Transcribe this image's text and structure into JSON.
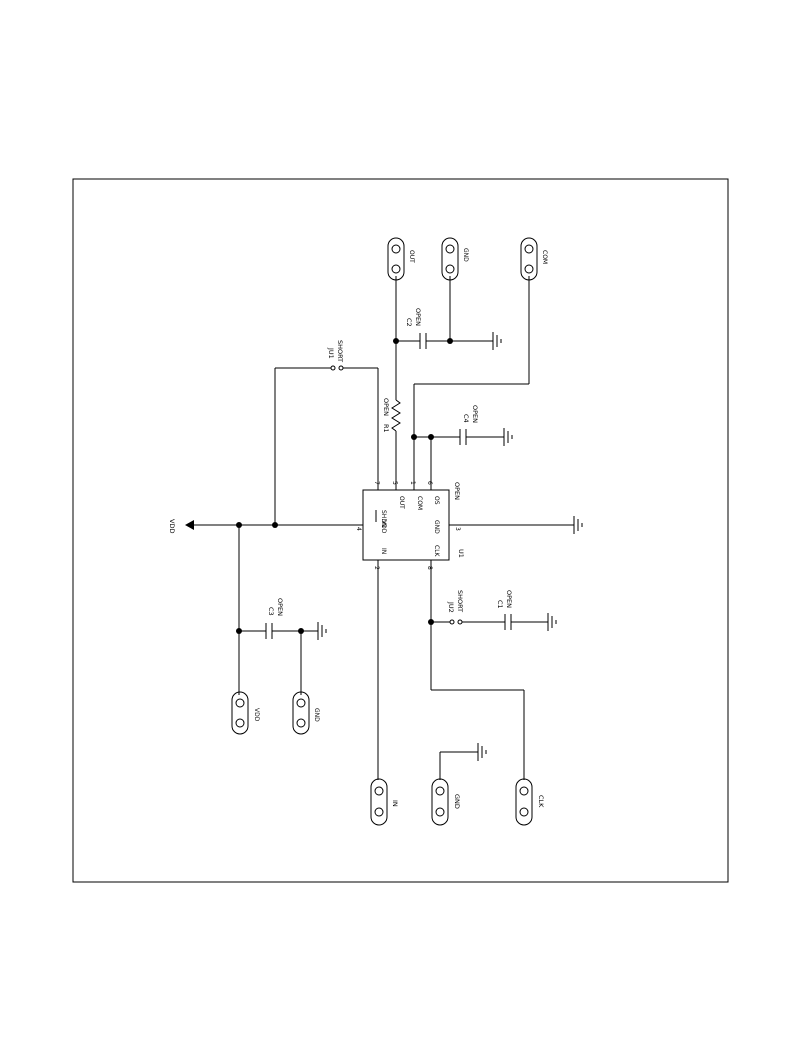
{
  "frame": "schematic-sheet",
  "u1": {
    "ref": "U1",
    "pins": {
      "shdn": "SHDN",
      "out": "OUT",
      "com": "COM",
      "os": "OS",
      "vdd": "VDD",
      "gnd": "GND",
      "in": "IN",
      "clk": "CLK"
    },
    "pin_numbers": {
      "p7": "7",
      "p5": "5",
      "p1": "1",
      "p6": "6",
      "p4": "4",
      "p3": "3",
      "p2": "2",
      "p8": "8"
    },
    "note": "OPEN"
  },
  "components": {
    "r1": {
      "ref": "R1",
      "value": "OPEN"
    },
    "c1": {
      "ref": "C1",
      "value": "OPEN"
    },
    "c2": {
      "ref": "C2",
      "value": "OPEN"
    },
    "c3": {
      "ref": "C3",
      "value": "OPEN"
    },
    "c4": {
      "ref": "C4",
      "value": "OPEN"
    },
    "ju1": {
      "ref": "JU1",
      "value": "SHORT"
    },
    "ju2": {
      "ref": "JU2",
      "value": "SHORT"
    }
  },
  "rail": {
    "label": "VDD"
  },
  "terminals": {
    "out": "OUT",
    "gnd_top": "GND",
    "com": "COM",
    "vdd": "VDD",
    "gnd_left": "GND",
    "in": "IN",
    "gnd_bottom": "GND",
    "clk": "CLK"
  }
}
